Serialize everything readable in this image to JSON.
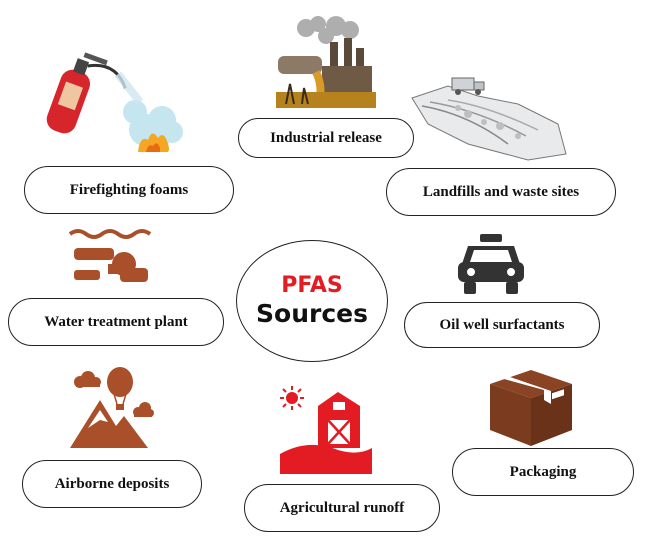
{
  "center": {
    "line1": "PFAS",
    "line2": "Sources"
  },
  "sources": {
    "firefighting": "Firefighting foams",
    "industrial": "Industrial release",
    "landfills": "Landfills and waste sites",
    "water": "Water treatment plant",
    "oilwell": "Oil well surfactants",
    "airborne": "Airborne deposits",
    "agricultural": "Agricultural runoff",
    "packaging": "Packaging"
  },
  "icons": {
    "firefighting": "fire-extinguisher-icon",
    "industrial": "factory-pollution-icon",
    "landfills": "landfill-icon",
    "water": "water-treatment-icon",
    "oilwell": "car-icon",
    "airborne": "mountain-balloon-icon",
    "agricultural": "barn-icon",
    "packaging": "box-icon"
  },
  "colors": {
    "accent_red": "#e31b23",
    "icon_brown": "#a9502a",
    "box_brown": "#7a3b1e",
    "text": "#111111"
  }
}
